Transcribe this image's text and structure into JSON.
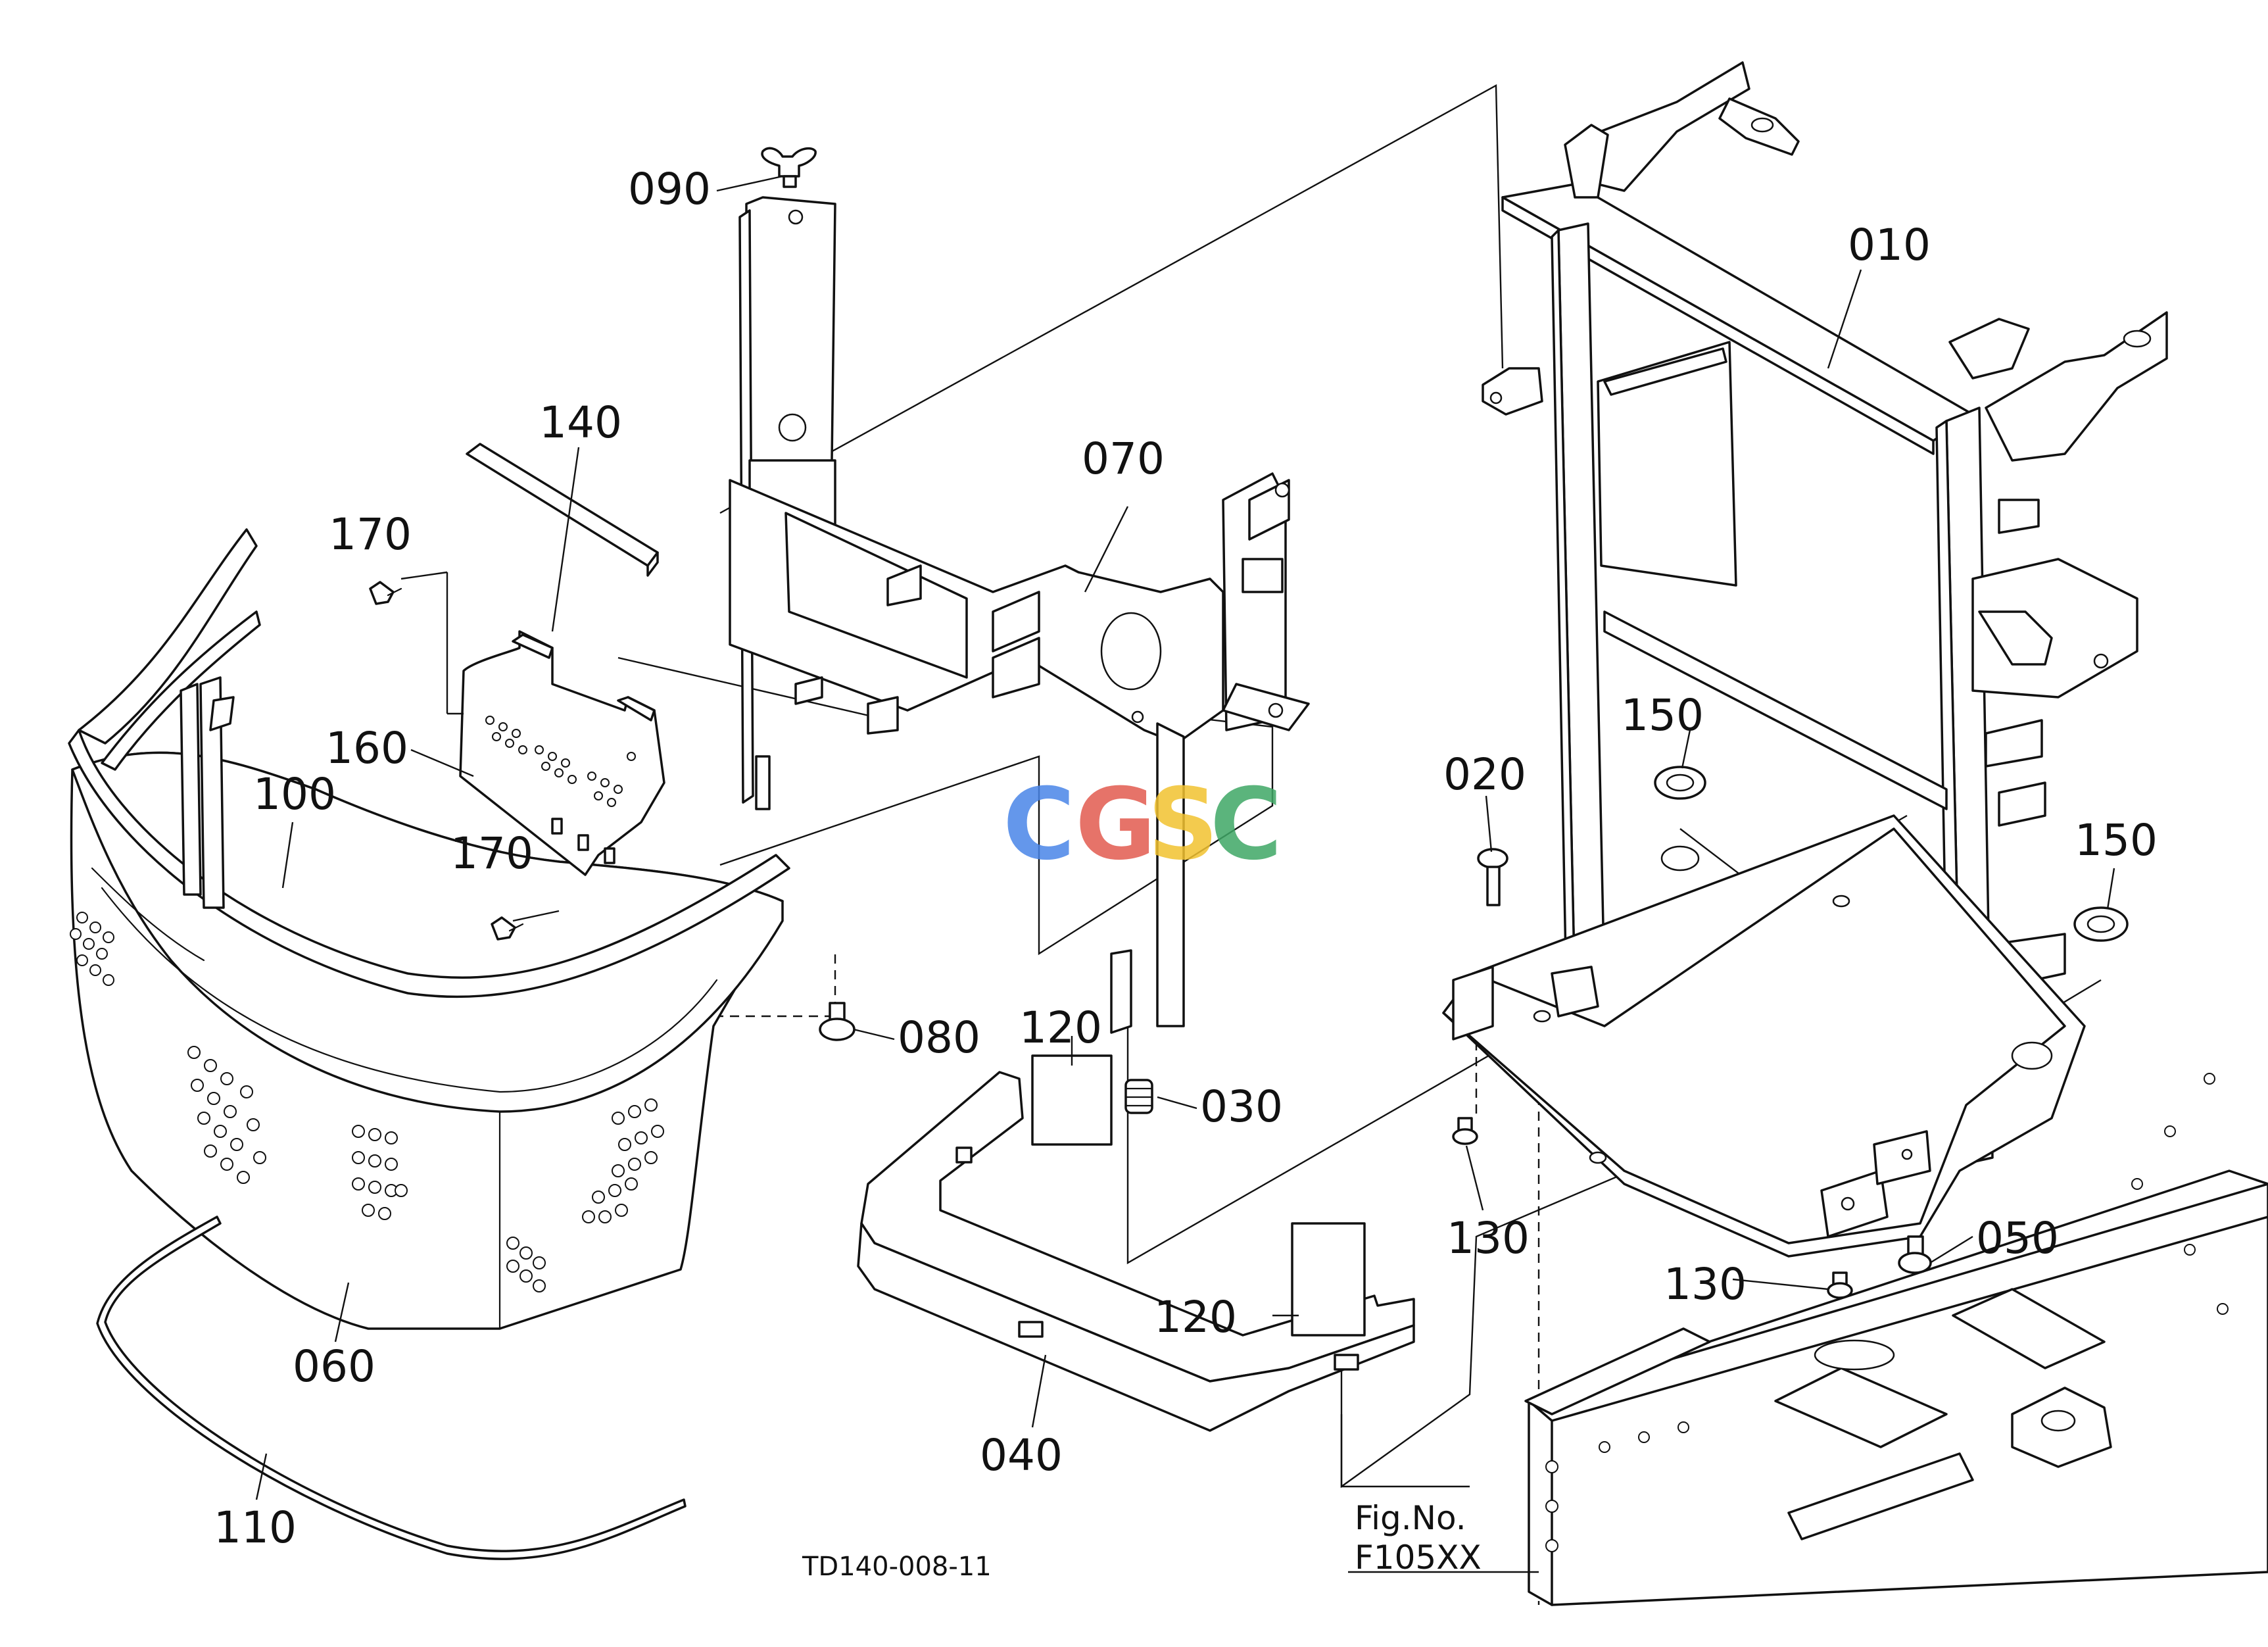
{
  "labels": {
    "p010": "010",
    "p020": "020",
    "p030": "030",
    "p040": "040",
    "p050": "050",
    "p060": "060",
    "p070": "070",
    "p080": "080",
    "p090": "090",
    "p100": "100",
    "p110": "110",
    "p120a": "120",
    "p120b": "120",
    "p130a": "130",
    "p130b": "130",
    "p140": "140",
    "p150a": "150",
    "p150b": "150",
    "p160": "160",
    "p170a": "170",
    "p170b": "170"
  },
  "drawing_code": "TD140-008-11",
  "fig_ref": {
    "line1": "Fig.No.",
    "line2": "F105XX"
  },
  "watermark": {
    "letters": [
      "C",
      "G",
      "S",
      "C"
    ],
    "colors": [
      "#4a86e8",
      "#e25b4f",
      "#f2c230",
      "#3fa866"
    ]
  }
}
